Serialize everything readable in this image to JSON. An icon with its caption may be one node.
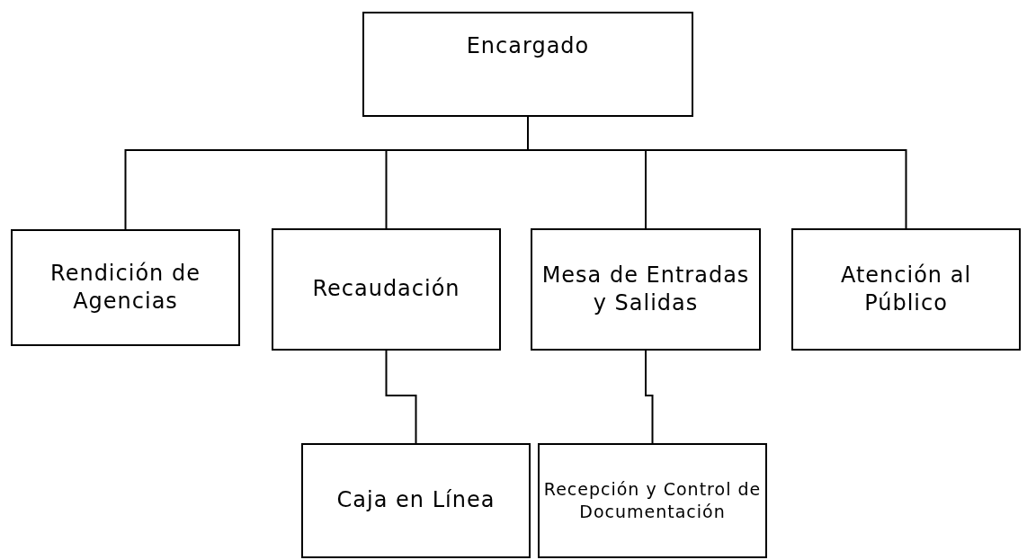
{
  "diagram": {
    "nodes": [
      {
        "text": [
          "Encargado"
        ]
      },
      {
        "text": [
          "Rendición de Agencias"
        ]
      },
      {
        "text": [
          "Recaudación"
        ]
      },
      {
        "text": [
          "Mesa de Entradas y Salidas"
        ]
      },
      {
        "text": [
          "Atención al Público"
        ]
      },
      {
        "text": [
          "Caja en Línea"
        ]
      },
      {
        "text": [
          "Recepción y Control de Documentación"
        ]
      }
    ],
    "edges": [
      {
        "from": 0,
        "to": 1,
        "arrow": "none"
      },
      {
        "from": 0,
        "to": 2,
        "arrow": "none"
      },
      {
        "from": 0,
        "to": 3,
        "arrow": "none"
      },
      {
        "from": 0,
        "to": 4,
        "arrow": "none"
      },
      {
        "from": 2,
        "to": 5,
        "arrow": "none"
      },
      {
        "from": 3,
        "to": 6,
        "arrow": "none"
      }
    ]
  }
}
